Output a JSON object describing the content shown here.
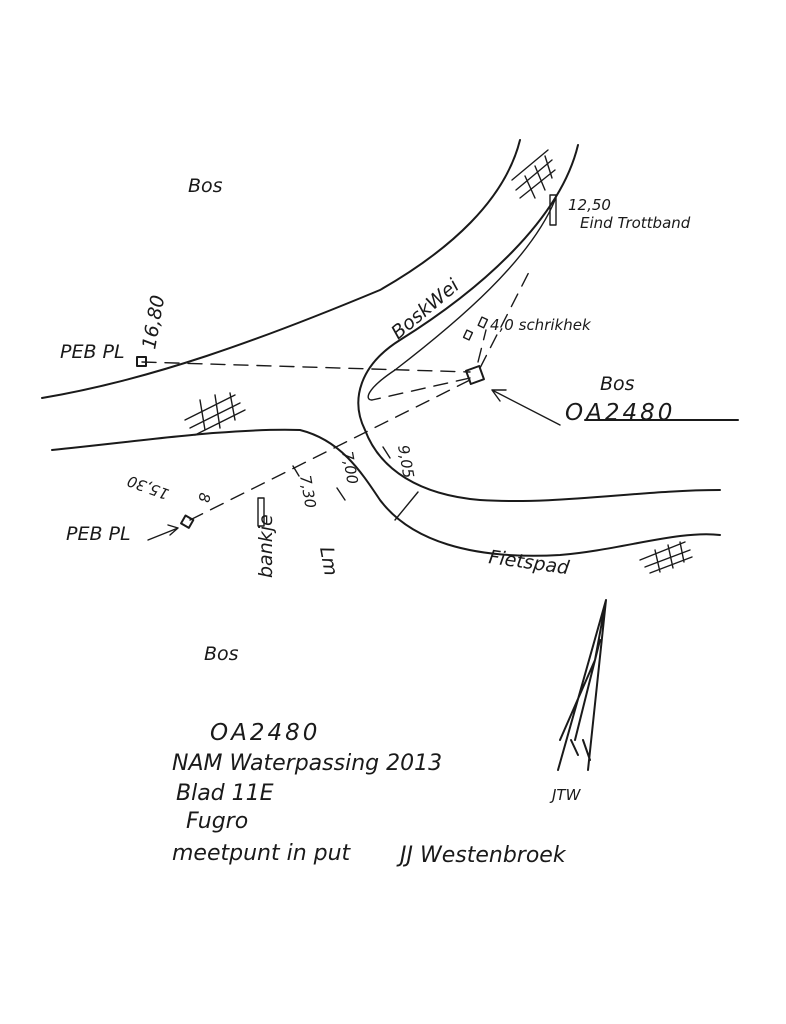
{
  "labels": {
    "bos_top": "Bos",
    "bos_right": "Bos",
    "bos_bottom": "Bos",
    "end_measure": "12,50",
    "end_curb": "Eind Trottband",
    "road_name": "BoskWei",
    "gate_measure": "4,0 schrikhek",
    "marker_right": "OA2480",
    "ref_top_name": "PEB PL",
    "ref_top_measure": "16,80",
    "ref_bottom_name": "PEB PL",
    "ref_bottom_measure": "15,30",
    "ref_bottom_mark": "8",
    "dist_1": "7,30",
    "dist_2": "7,00",
    "dist_3": "9,05",
    "bench": "bankje",
    "lm": "Lm",
    "bike_path": "Fietspad",
    "initials": "JTW"
  },
  "notes": {
    "line1": "OA2480",
    "line2": "NAM Waterpassing 2013",
    "line3": "Blad 11E",
    "line4": "Fugro",
    "line5": "meetpunt in put",
    "line6": "JJ Westenbroek"
  }
}
